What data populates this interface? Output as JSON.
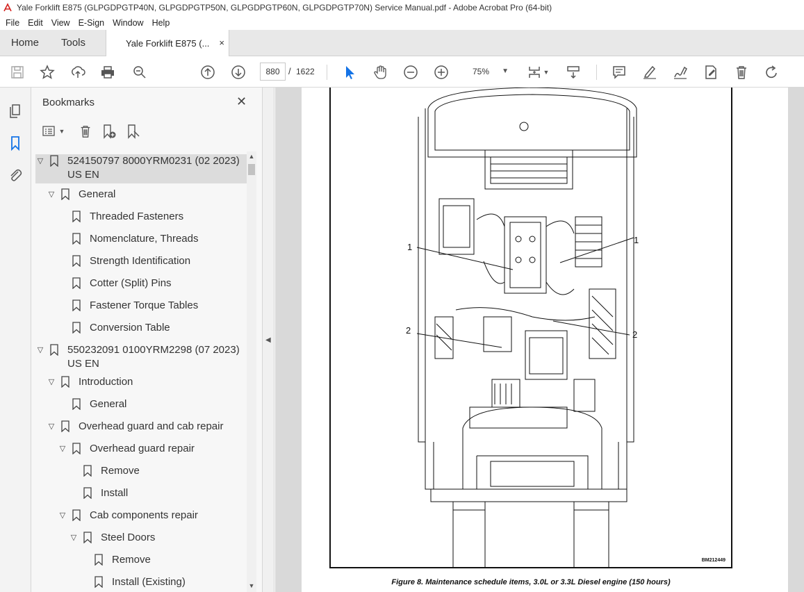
{
  "window": {
    "title": "Yale Forklift E875 (GLPGDPGTP40N, GLPGDPGTP50N, GLPGDPGTP60N, GLPGDPGTP70N) Service Manual.pdf - Adobe Acrobat Pro (64-bit)"
  },
  "menu": [
    "File",
    "Edit",
    "View",
    "E-Sign",
    "Window",
    "Help"
  ],
  "tabs": {
    "home": "Home",
    "tools": "Tools",
    "document": "Yale Forklift E875 (...",
    "close": "×"
  },
  "toolbar": {
    "current_page": "880",
    "page_separator": "/",
    "total_pages": "1622",
    "zoom": "75%",
    "icons": [
      "save-icon",
      "star-icon",
      "upload-icon",
      "print-icon",
      "zoom-search-icon",
      "page-up-icon",
      "page-down-icon",
      "select-cursor-icon",
      "hand-icon",
      "zoom-out-icon",
      "zoom-in-icon",
      "page-fit-icon",
      "scroll-mode-icon",
      "comment-icon",
      "highlight-icon",
      "sign-icon",
      "edit-export-icon",
      "delete-icon",
      "redo-icon"
    ],
    "accent_color": "#1473e6"
  },
  "bookmarks": {
    "title": "Bookmarks",
    "close": "✕",
    "items": [
      {
        "label": "524150797 8000YRM0231 (02 2023)",
        "label2": "US EN",
        "level": 0,
        "expanded": true,
        "selected": true
      },
      {
        "label": "General",
        "level": 1,
        "expanded": true
      },
      {
        "label": "Threaded Fasteners",
        "level": 2
      },
      {
        "label": "Nomenclature, Threads",
        "level": 2
      },
      {
        "label": "Strength Identification",
        "level": 2
      },
      {
        "label": "Cotter (Split) Pins",
        "level": 2
      },
      {
        "label": "Fastener Torque Tables",
        "level": 2
      },
      {
        "label": "Conversion Table",
        "level": 2
      },
      {
        "label": "550232091 0100YRM2298 (07 2023)",
        "label2": "US EN",
        "level": 0,
        "expanded": true
      },
      {
        "label": "Introduction",
        "level": 1,
        "expanded": true
      },
      {
        "label": "General",
        "level": 2
      },
      {
        "label": "Overhead guard and cab repair",
        "level": 1,
        "expanded": true
      },
      {
        "label": "Overhead guard repair",
        "level": 2,
        "expanded": true
      },
      {
        "label": "Remove",
        "level": 3
      },
      {
        "label": "Install",
        "level": 3
      },
      {
        "label": "Cab components repair",
        "level": 2,
        "expanded": true
      },
      {
        "label": "Steel Doors",
        "level": 3,
        "expanded": true
      },
      {
        "label": "Remove",
        "level": 4
      },
      {
        "label": "Install (Existing)",
        "level": 4
      }
    ]
  },
  "document": {
    "figure_caption": "Figure 8. Maintenance schedule items, 3.0L or 3.3L Diesel engine (150 hours)",
    "figure_id": "BM212449",
    "callouts": [
      "1",
      "1",
      "2",
      "2"
    ]
  }
}
